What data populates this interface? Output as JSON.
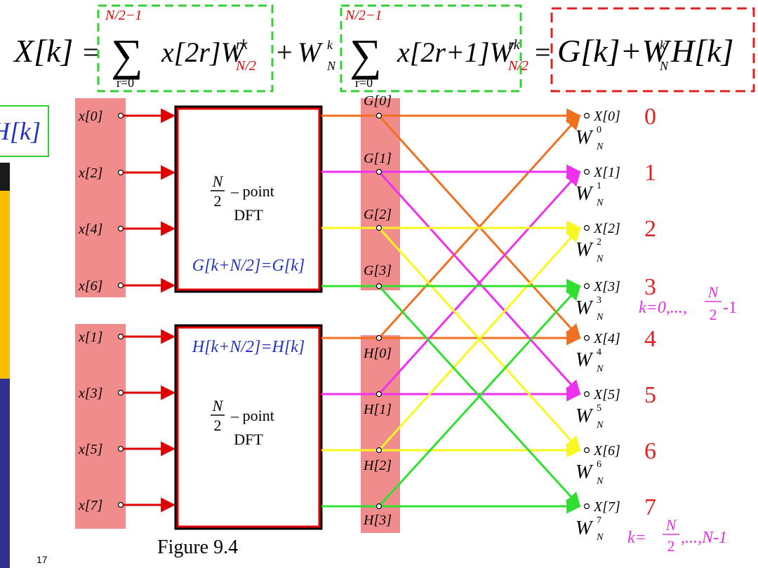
{
  "equation": {
    "lhs": "X[k]",
    "equals": "=",
    "sum_upper": "N/2−1",
    "sum_lower": "r=0",
    "term1": "x[2r]W",
    "term1_sub": "N/2",
    "term1_sup": "rk",
    "plus": "+",
    "twiddle": "W",
    "twiddle_sub": "N",
    "twiddle_sup": "k",
    "term2": "x[2r+1]W",
    "term2_sub": "N/2",
    "term2_sup": "rk",
    "rhs": "G[k]+W",
    "rhs_sub": "N",
    "rhs_sup": "k",
    "rhs_tail": "H[k]"
  },
  "side_label": "H[k]",
  "slide_number": "17",
  "figure_caption": "Figure 9.4",
  "inputs_even": [
    "x[0]",
    "x[2]",
    "x[4]",
    "x[6]"
  ],
  "inputs_odd": [
    "x[1]",
    "x[3]",
    "x[5]",
    "x[7]"
  ],
  "dft_box_top": {
    "frac_num": "N",
    "frac_den": "2",
    "point": "– point",
    "dft": "DFT",
    "periodicity": "G[k+N/2]=G[k]"
  },
  "dft_box_bottom": {
    "frac_num": "N",
    "frac_den": "2",
    "point": "– point",
    "dft": "DFT",
    "periodicity": "H[k+N/2]=H[k]"
  },
  "g_labels": [
    "G[0]",
    "G[1]",
    "G[2]",
    "G[3]"
  ],
  "h_labels": [
    "H[0]",
    "H[1]",
    "H[2]",
    "H[3]"
  ],
  "outputs": [
    "X[0]",
    "X[1]",
    "X[2]",
    "X[3]",
    "X[4]",
    "X[5]",
    "X[6]",
    "X[7]"
  ],
  "index_numbers": [
    "0",
    "1",
    "2",
    "3",
    "4",
    "5",
    "6",
    "7"
  ],
  "twiddles": [
    {
      "base": "W",
      "sub": "N",
      "sup": "0"
    },
    {
      "base": "W",
      "sub": "N",
      "sup": "1"
    },
    {
      "base": "W",
      "sub": "N",
      "sup": "2"
    },
    {
      "base": "W",
      "sub": "N",
      "sup": "3"
    },
    {
      "base": "W",
      "sub": "N",
      "sup": "4"
    },
    {
      "base": "W",
      "sub": "N",
      "sup": "5"
    },
    {
      "base": "W",
      "sub": "N",
      "sup": "6"
    },
    {
      "base": "W",
      "sub": "N",
      "sup": "7"
    }
  ],
  "range_first": {
    "prefix": "k=0,...,",
    "num": "N",
    "den": "2",
    "suffix": "-1"
  },
  "range_second": {
    "prefix": "k=",
    "num": "N",
    "den": "2",
    "suffix": ",...,N-1"
  },
  "colors": {
    "orange": "#f07020",
    "magenta": "#f030f0",
    "yellow": "#f8f820",
    "green": "#30e030",
    "red": "#e00000",
    "pink_band": "#f08080",
    "dashed_green": "#30d030",
    "dashed_red": "#e02020",
    "blue_text": "#2030c0",
    "index_red": "#e02020",
    "range_magenta": "#e030e0",
    "side_yellow": "#f8c000",
    "side_navy": "#303090"
  }
}
